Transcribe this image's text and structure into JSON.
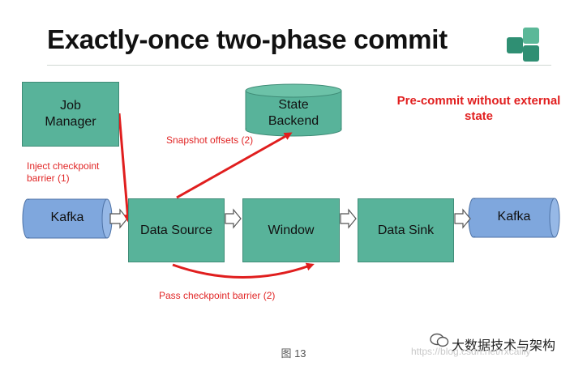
{
  "title": "Exactly-once two-phase commit",
  "nodes": {
    "job_manager": "Job Manager",
    "state_backend_line1": "State",
    "state_backend_line2": "Backend",
    "kafka_in": "Kafka",
    "data_source": "Data Source",
    "window": "Window",
    "data_sink": "Data Sink",
    "kafka_out": "Kafka"
  },
  "annotations": {
    "snapshot_offsets": "Snapshot offsets (2)",
    "inject_checkpoint": "Inject checkpoint barrier (1)",
    "pass_checkpoint": "Pass checkpoint barrier (2)",
    "precommit": "Pre-commit without external state"
  },
  "caption": "图 13",
  "watermark": {
    "text": "大数据技术与架构",
    "url": "https://blog.csdn.net/rxcaiiiy"
  },
  "colors": {
    "box_fill": "#58b39a",
    "kafka_fill": "#7fa7dd",
    "arrow_red": "#e01e1e",
    "logo_dark": "#2f8f73",
    "logo_light": "#5bb898"
  },
  "icons": [
    "logo-icon",
    "wechat-icon"
  ]
}
